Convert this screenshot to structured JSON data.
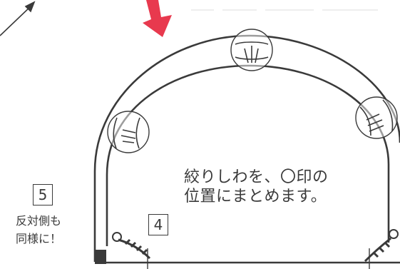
{
  "instruction": {
    "line1": "絞りしわを、〇印の",
    "line2": "位置にまとめます。"
  },
  "steps": {
    "step4": "4",
    "step5": "5"
  },
  "note": {
    "line1": "反対側も",
    "line2": "同様に！"
  },
  "colors": {
    "line": "#3a3a3a",
    "arrow": "#e8394e",
    "background": "#ffffff"
  }
}
